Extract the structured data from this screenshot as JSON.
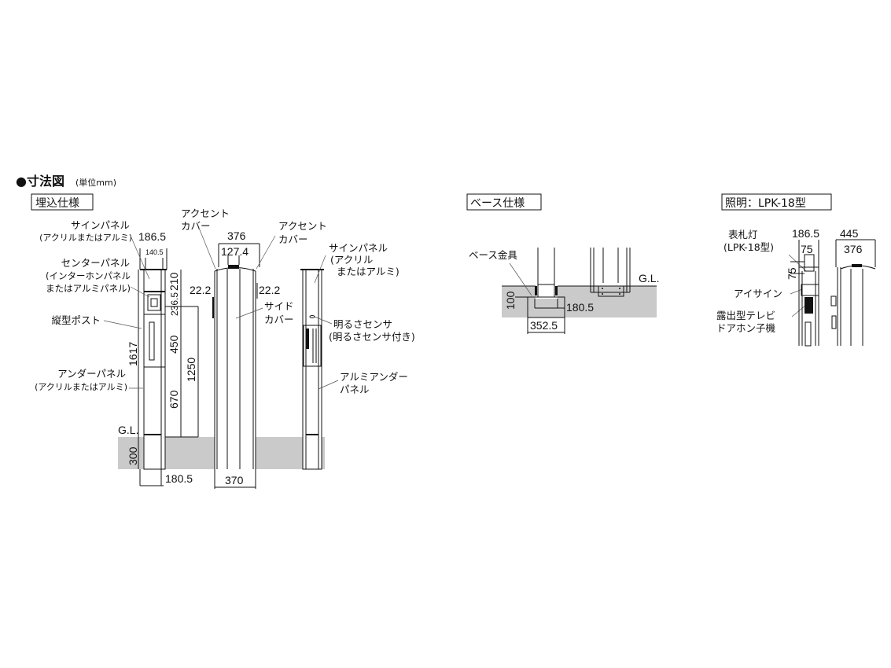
{
  "title": "●寸法図",
  "unit": "(単位mm)",
  "colors": {
    "ground": "#cacaca",
    "line": "#111111"
  },
  "embedded": {
    "heading": "埋込仕様",
    "labels": {
      "sign_panel": "サインパネル",
      "sign_panel_material": "(アクリルまたはアルミ)",
      "center_panel": "センターパネル",
      "center_panel_sub1": "(インターホンパネル",
      "center_panel_sub2": "またはアルミパネル)",
      "vertical_post": "縦型ポスト",
      "under_panel": "アンダーパネル",
      "under_panel_material": "(アクリルまたはアルミ)",
      "gl": "G.L.",
      "accent_cover_1a": "アクセント",
      "accent_cover_1b": "カバー",
      "accent_cover_2a": "アクセント",
      "accent_cover_2b": "カバー",
      "side_cover_a": "サイド",
      "side_cover_b": "カバー",
      "sign_panel_r": "サインパネル",
      "sign_panel_r_sub1": "(アクリル",
      "sign_panel_r_sub2": "またはアルミ)",
      "light_sensor": "明るさセンサ",
      "light_sensor_sub": "(明るさセンサ付き)",
      "alu_under_a": "アルミアンダー",
      "alu_under_b": "パネル"
    },
    "dims": {
      "w_top": "186.5",
      "w_inner": "140.5",
      "h_210": "210",
      "h_236": "236.5",
      "h_450": "450",
      "h_670": "670",
      "h_1250": "1250",
      "h_1617": "1617",
      "h_300": "300",
      "w_bottom": "180.5",
      "w_376": "376",
      "w_127": "127.4",
      "side_l": "22.2",
      "side_r": "22.2",
      "w_370": "370"
    }
  },
  "base": {
    "heading": "ベース仕様",
    "labels": {
      "bracket": "ベース金具",
      "gl": "G.L."
    },
    "dims": {
      "h_100": "100",
      "w_180": "180.5",
      "w_352": "352.5"
    }
  },
  "lighting": {
    "heading": "照明：LPK-18型",
    "labels": {
      "nameplate_light": "表札灯",
      "nameplate_model": "(LPK-18型)",
      "eye_sign": "アイサイン",
      "intercom_a": "露出型テレビ",
      "intercom_b": "ドアホン子機"
    },
    "dims": {
      "w_186": "186.5",
      "w_445": "445",
      "w_75": "75",
      "w_376": "376",
      "h_75": "75"
    }
  }
}
